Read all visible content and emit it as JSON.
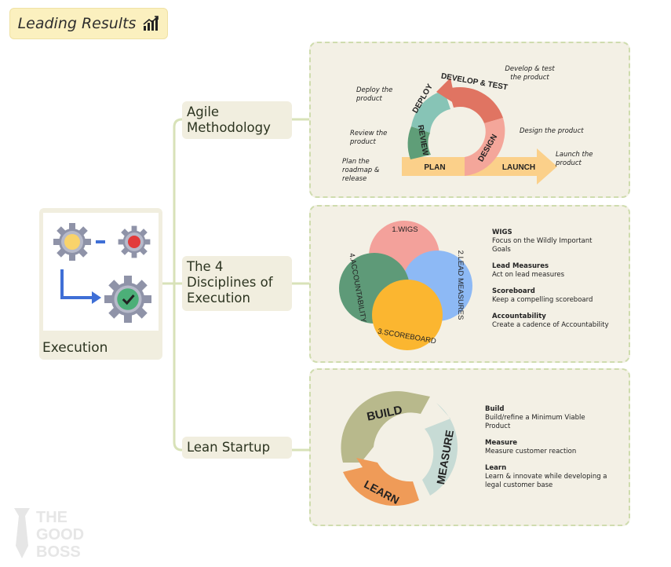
{
  "title": "Leading Results",
  "root": {
    "label": "Execution"
  },
  "branches": [
    {
      "label": "Agile Methodology"
    },
    {
      "label": "The 4 Disciplines of Execution"
    },
    {
      "label": "Lean Startup"
    }
  ],
  "agile": {
    "segments": [
      "DEVELOP & TEST",
      "DESIGN",
      "LAUNCH",
      "PLAN",
      "REVIEW",
      "DEPLOY"
    ],
    "notes": {
      "develop": "Develop & test the product",
      "deploy": "Deploy the product",
      "review": "Review the product",
      "design": "Design the product",
      "plan": "Plan the roadmap & release",
      "launch": "Launch the product"
    },
    "colors": {
      "develop": "#e07462",
      "design": "#f4a69a",
      "launch": "#fbd08a",
      "plan": "#fbd08a",
      "review": "#5f9e78",
      "deploy": "#87c4b6"
    }
  },
  "four_dx": {
    "petals": [
      "1.WIGS",
      "2.LEAD MEASURES",
      "3.SCOREBOARD",
      "4.ACCOUNTABILITY"
    ],
    "colors": [
      "#f3a19b",
      "#8db9f5",
      "#fbb630",
      "#5e9a78"
    ],
    "items": [
      {
        "title": "WIGS",
        "desc": "Focus on the Wildly Important Goals"
      },
      {
        "title": "Lead Measures",
        "desc": "Act on lead measures"
      },
      {
        "title": "Scoreboard",
        "desc": "Keep a compelling scoreboard"
      },
      {
        "title": "Accountability",
        "desc": "Create a cadence of Accountability"
      }
    ]
  },
  "lean": {
    "arcs": [
      "BUILD",
      "MEASURE",
      "LEARN"
    ],
    "colors": [
      "#b8b98c",
      "#c7dbd5",
      "#ef9b58"
    ],
    "items": [
      {
        "title": "Build",
        "desc": "Build/refine a Minimum Viable Product"
      },
      {
        "title": "Measure",
        "desc": "Measure customer reaction"
      },
      {
        "title": "Learn",
        "desc": "Learn & innovate while developing a legal customer base"
      }
    ]
  },
  "logo": {
    "text": "THE GOOD BOSS"
  }
}
